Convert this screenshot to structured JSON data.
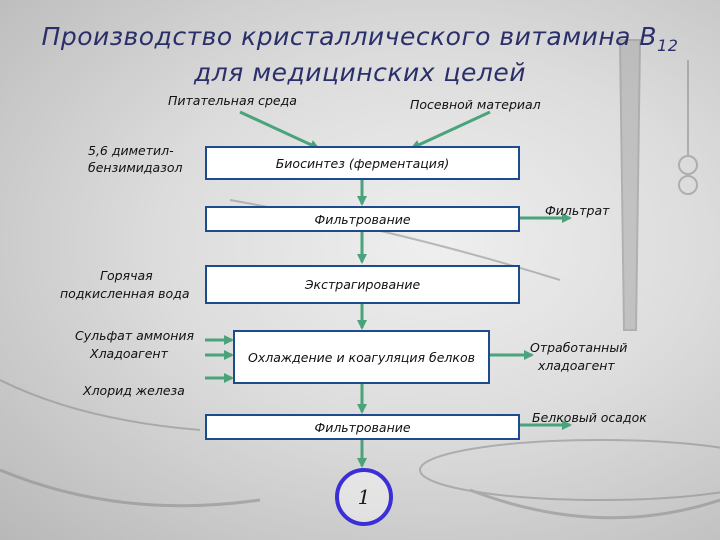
{
  "title": {
    "line1_main": "Производство кристаллического витамина B",
    "line1_sub": "12",
    "line2": "для медицинских целей"
  },
  "inputs": {
    "nutrient_medium": "Питательная среда",
    "seed_material": "Посевной материал",
    "dimethyl_line1": "5,6 диметил-",
    "dimethyl_line2": "бензимидазол",
    "hot_water_line1": "Горячая",
    "hot_water_line2": "подкисленная вода",
    "ammonium_sulfate": "Сульфат аммония",
    "coolant": "Хладоагент",
    "iron_chloride": "Хлорид железа"
  },
  "steps": {
    "biosynthesis": "Биосинтез (ферментация)",
    "filtration1": "Фильтрование",
    "extraction": "Экстрагирование",
    "cooling": "Охлаждение и коагуляция белков",
    "filtration2": "Фильтрование",
    "end_marker": "1"
  },
  "outputs": {
    "filtrate": "Фильтрат",
    "spent_coolant_line1": "Отработанный",
    "spent_coolant_line2": "хладоагент",
    "protein_sediment": "Белковый осадок"
  },
  "colors": {
    "arrow": "#4aa37a",
    "box_border": "#1d4b8f",
    "title": "#2a2f6a",
    "circle": "#3b2fd6"
  }
}
